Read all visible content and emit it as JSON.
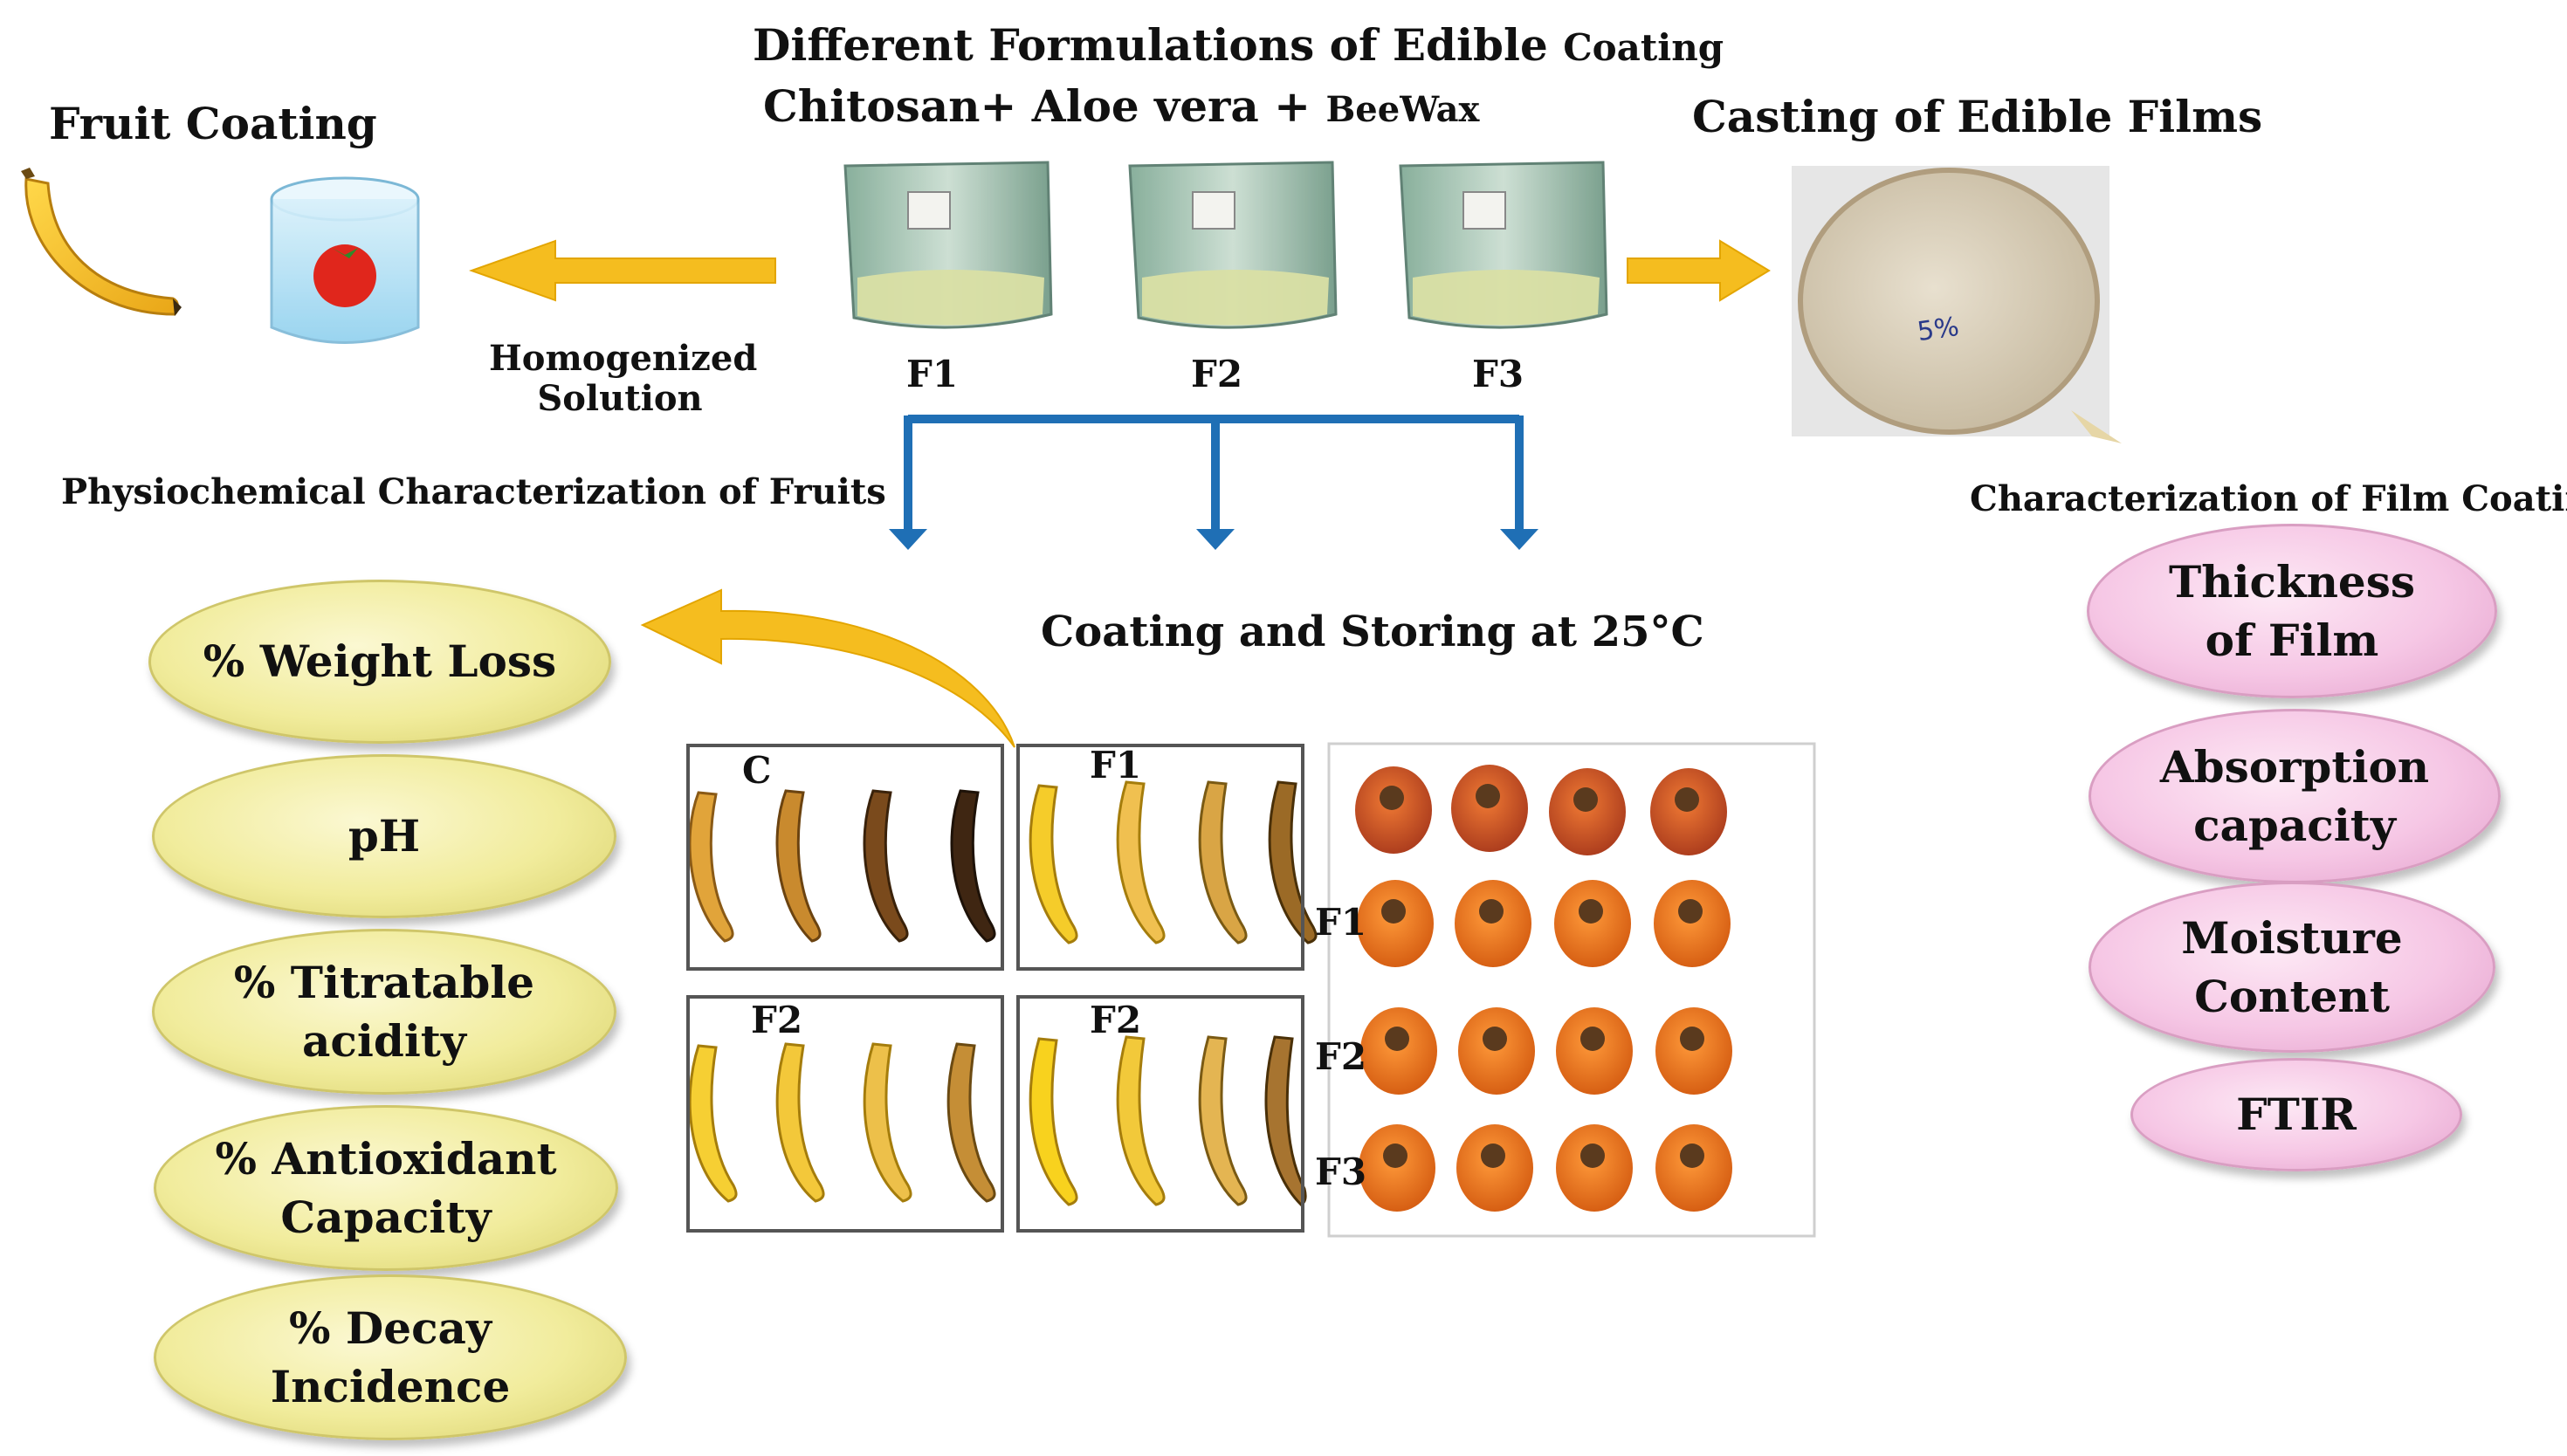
{
  "top": {
    "title_main": "Different Formulations of Edible",
    "title_tail": "Coating",
    "subtitle_main": "Chitosan+ Aloe vera +",
    "subtitle_tail": "BeeWax"
  },
  "fruit_coating": {
    "title": "Fruit Coating"
  },
  "homogenized": {
    "line1": "Homogenized",
    "line2": "Solution"
  },
  "formulations": [
    "F1",
    "F2",
    "F3"
  ],
  "casting": {
    "title": "Casting of Edible Films",
    "dish_mark": "5%"
  },
  "fruit_char": {
    "title": "Physiochemical Characterization of Fruits",
    "items": [
      {
        "l1": "% Weight Loss",
        "l2": ""
      },
      {
        "l1": "pH",
        "l2": ""
      },
      {
        "l1": "% Titratable",
        "l2": "acidity"
      },
      {
        "l1": "% Antioxidant",
        "l2": "Capacity"
      },
      {
        "l1": "% Decay",
        "l2": "Incidence"
      }
    ]
  },
  "storing": {
    "title": "Coating and Storing at 25°C"
  },
  "banana_panels": [
    "C",
    "F1",
    "F2",
    "F2"
  ],
  "persimmon_rows": [
    "",
    "F1",
    "F2",
    "F3"
  ],
  "film_char": {
    "title": "Characterization of Film Coating",
    "items": [
      {
        "l1": "Thickness",
        "l2": "of Film"
      },
      {
        "l1": "Absorption",
        "l2": "capacity"
      },
      {
        "l1": "Moisture",
        "l2": "Content"
      },
      {
        "l1": "FTIR",
        "l2": ""
      }
    ]
  },
  "colors": {
    "arrow_yellow": "#f5bd1f",
    "connector_blue": "#1f6fb5",
    "ellipse_yellow": "#f1ec9c",
    "ellipse_pink": "#f6c7e5"
  }
}
